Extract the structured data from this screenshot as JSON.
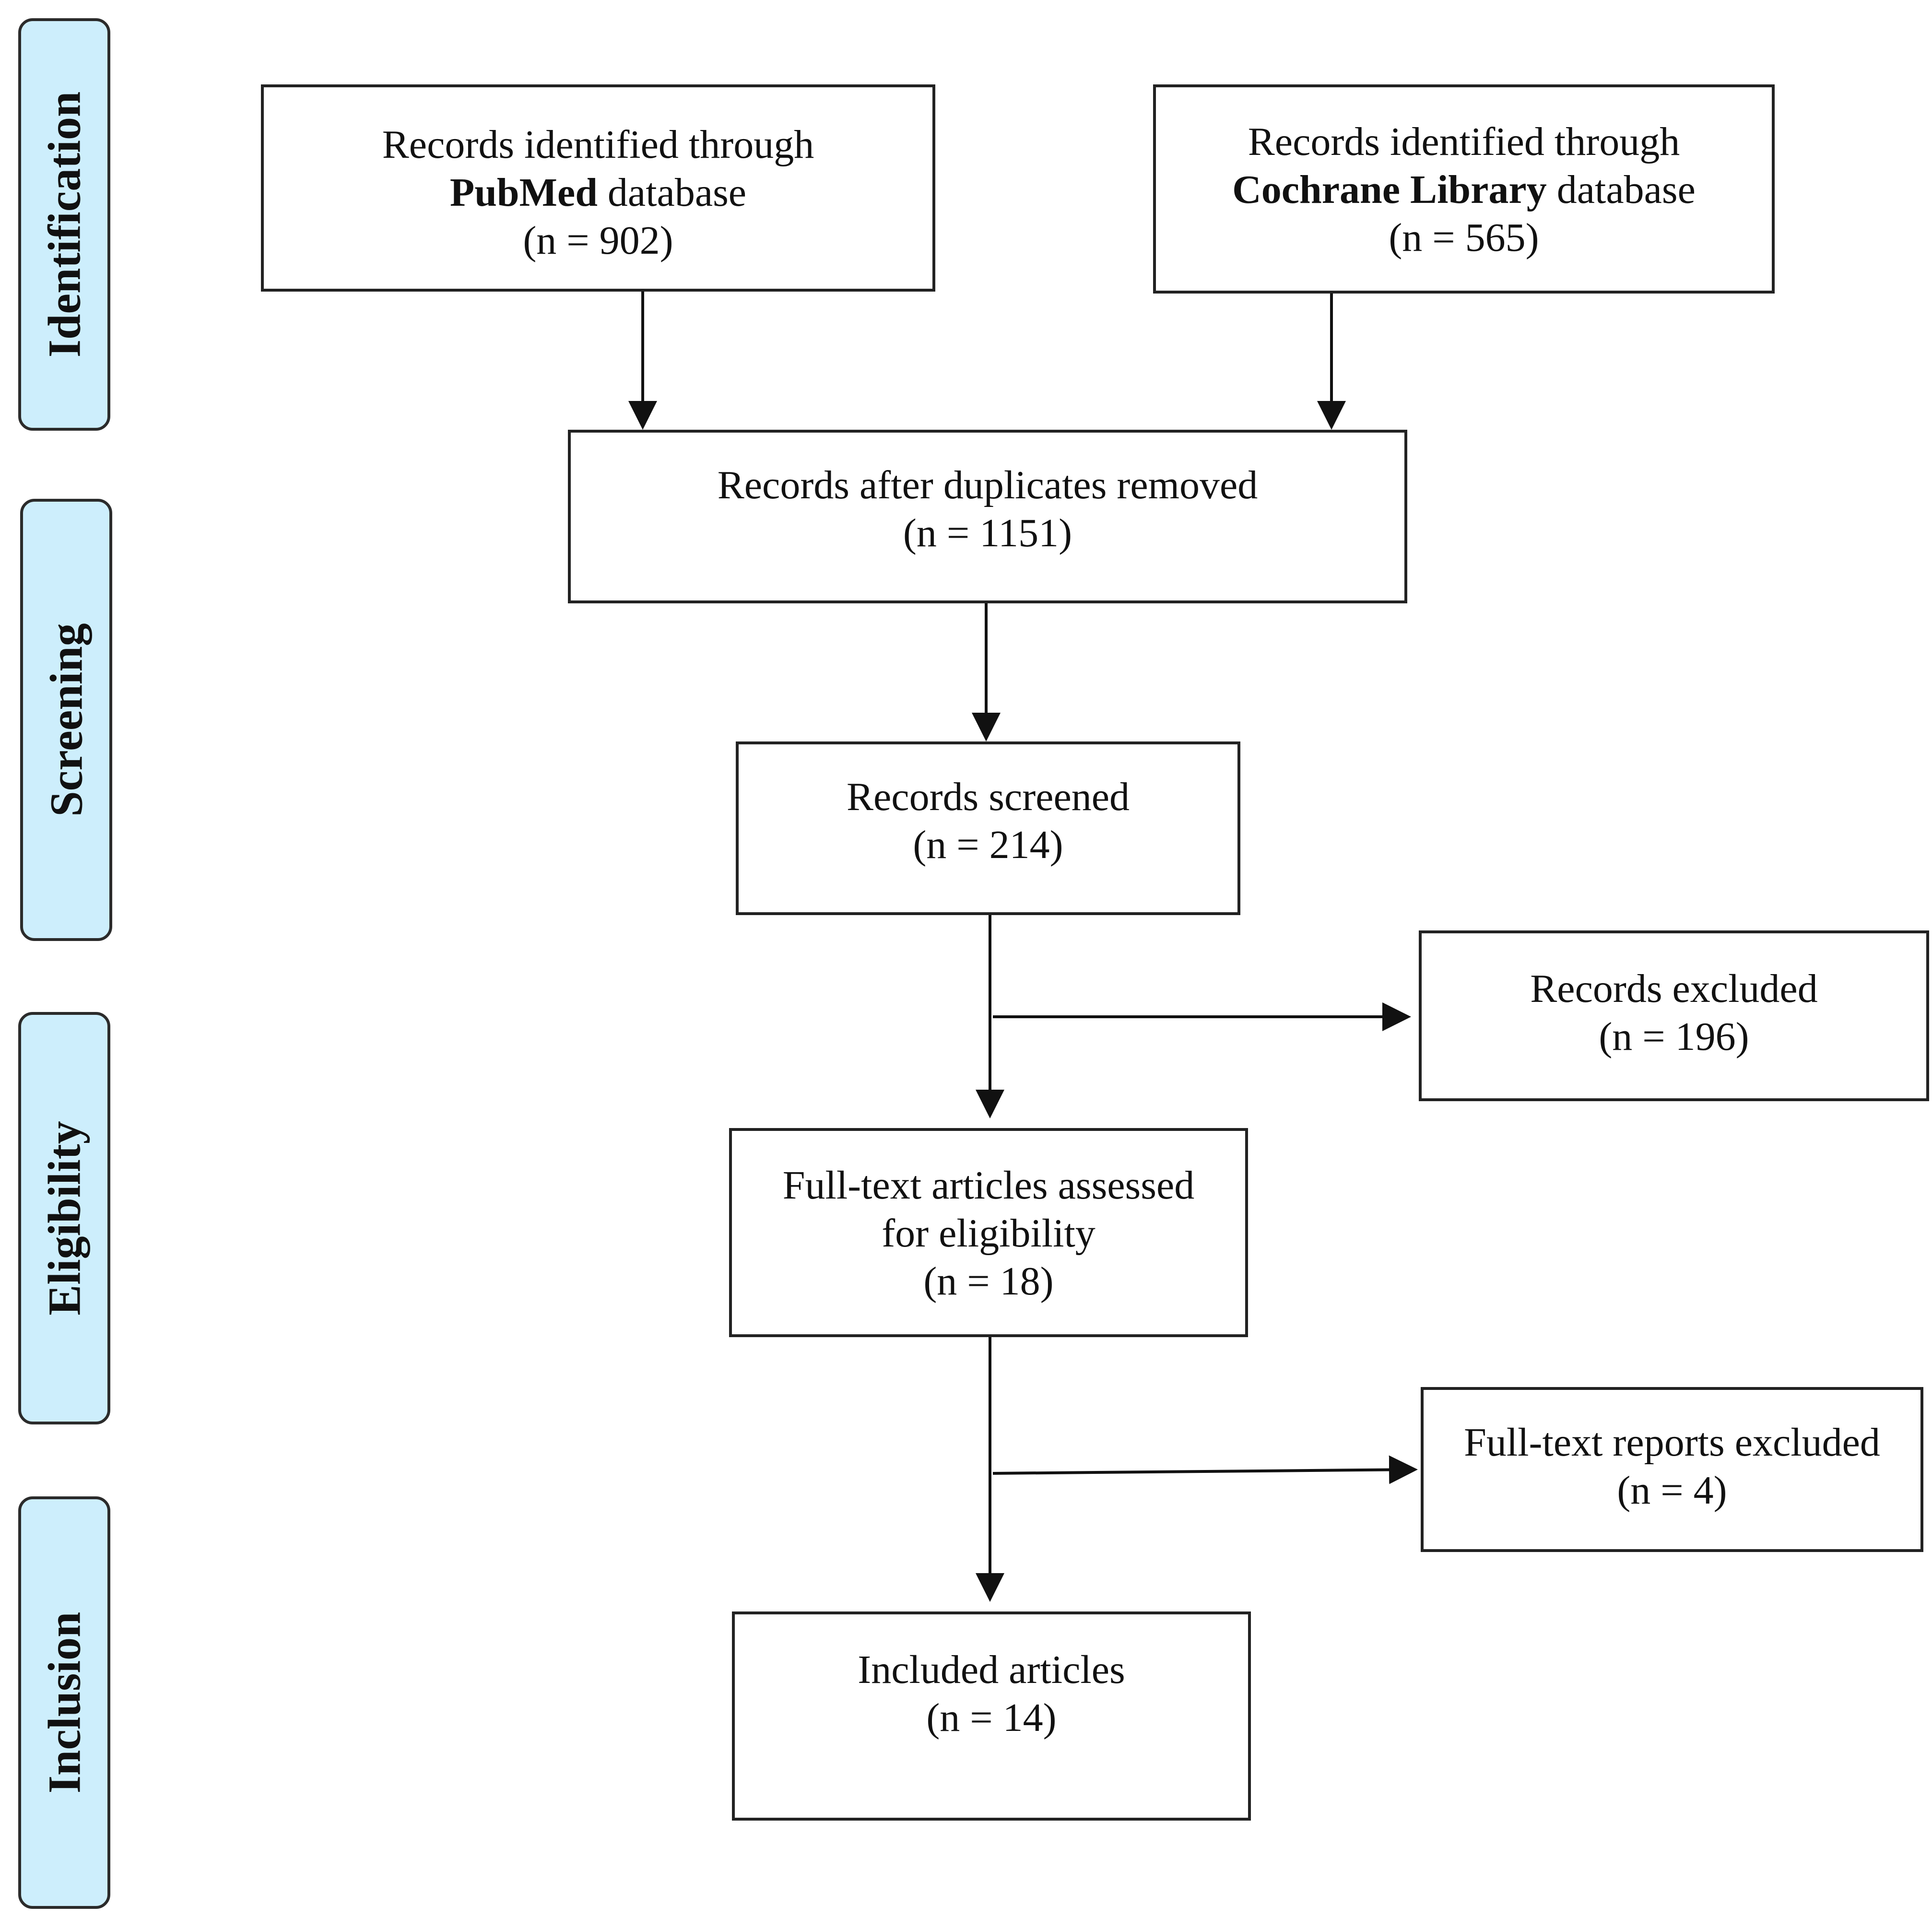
{
  "phases": [
    {
      "id": "identification",
      "label": "Identification"
    },
    {
      "id": "screening",
      "label": "Screening"
    },
    {
      "id": "eligibility",
      "label": "Eligibility"
    },
    {
      "id": "inclusion",
      "label": "Inclusion"
    }
  ],
  "boxes": {
    "pubmed": {
      "line1": "Records identified through",
      "line2_bold": "PubMed",
      "line2_rest": " database",
      "count": "(n = 902)"
    },
    "cochrane": {
      "line1": "Records identified through",
      "line2_bold": "Cochrane Library",
      "line2_rest": " database",
      "count": "(n = 565)"
    },
    "duplicates_removed": {
      "line1": "Records after duplicates removed",
      "count": "(n = 1151)"
    },
    "screened": {
      "line1": "Records screened",
      "count": "(n = 214)"
    },
    "records_excluded": {
      "line1": "Records excluded",
      "count": "(n = 196)"
    },
    "fulltext_assessed": {
      "line1": "Full-text articles assessed",
      "line2": "for eligibility",
      "count": "(n = 18)"
    },
    "fulltext_excluded": {
      "line1": "Full-text reports excluded",
      "count": "(n = 4)"
    },
    "included": {
      "line1": "Included articles",
      "count": "(n = 14)"
    }
  },
  "colors": {
    "phase_fill": "#cdeefc",
    "stroke": "#222222"
  }
}
